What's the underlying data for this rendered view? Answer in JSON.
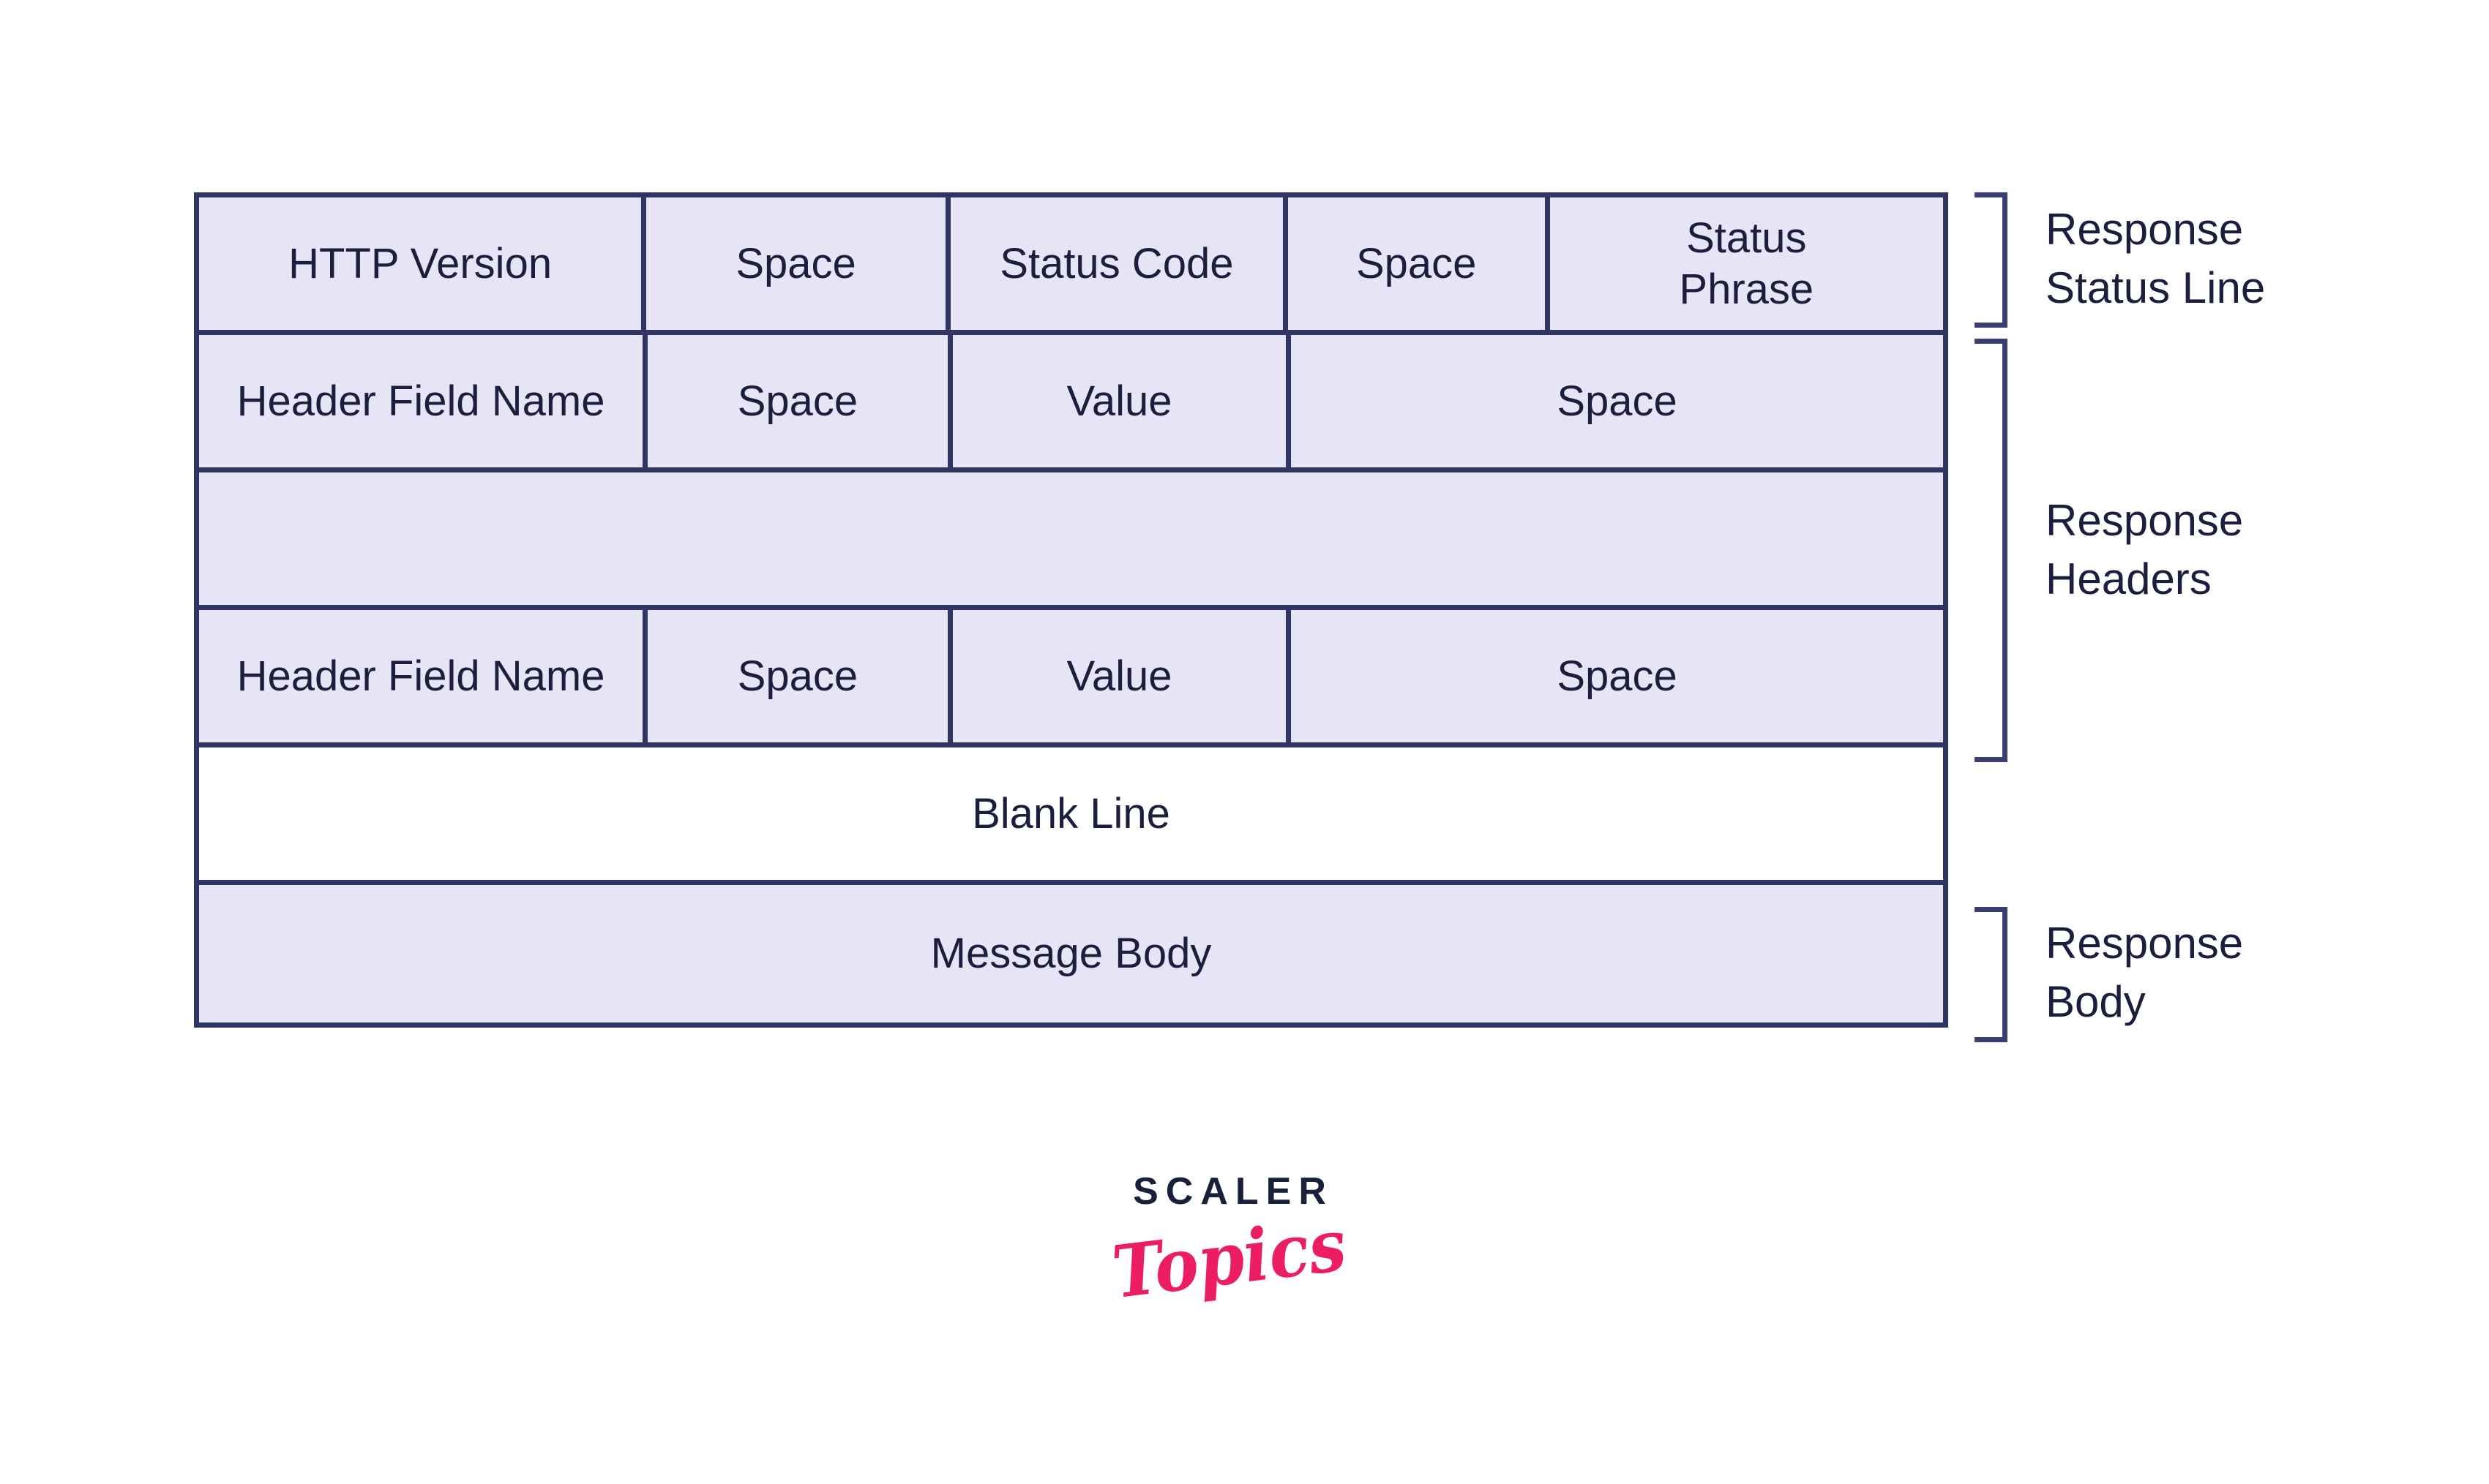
{
  "table": {
    "rows": [
      {
        "name": "status-line",
        "cells": [
          "HTTP Version",
          "Space",
          "Status Code",
          "Space",
          "Status\nPhrase"
        ]
      },
      {
        "name": "header-1",
        "cells": [
          "Header Field Name",
          "Space",
          "Value",
          "Space"
        ]
      },
      {
        "name": "header-extra",
        "cells": [
          ""
        ]
      },
      {
        "name": "header-2",
        "cells": [
          "Header Field Name",
          "Space",
          "Value",
          "Space"
        ]
      },
      {
        "name": "blank-line",
        "cells": [
          "Blank Line"
        ]
      },
      {
        "name": "message-body",
        "cells": [
          "Message Body"
        ]
      }
    ]
  },
  "annotations": [
    {
      "line1": "Response",
      "line2": "Status Line"
    },
    {
      "line1": "Response",
      "line2": "Headers"
    },
    {
      "line1": "Response",
      "line2": "Body"
    }
  ],
  "logo": {
    "brand": "SCALER",
    "sub": "Topics"
  },
  "colors": {
    "cell_fill": "#e7e4f6",
    "table_border": "#303564",
    "bracket": "#3a3f73",
    "text": "#1b1e3c",
    "logo_navy": "#18203a",
    "logo_pink": "#ec1d64",
    "background": "#ffffff"
  }
}
